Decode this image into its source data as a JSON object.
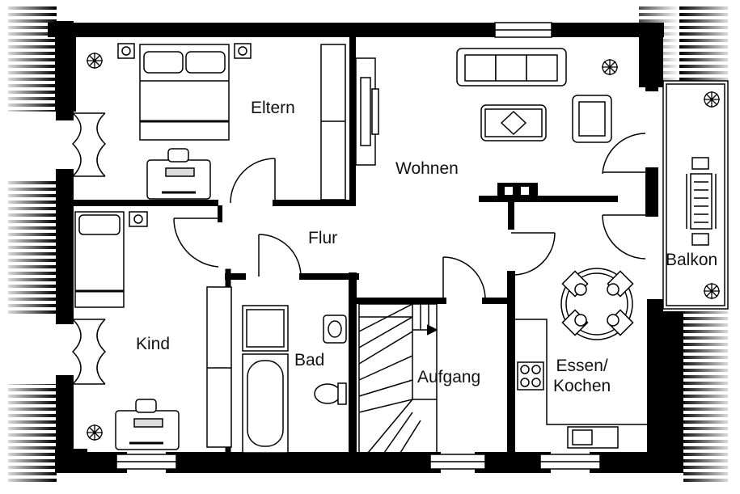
{
  "floor_plan": {
    "rooms": {
      "eltern": "Eltern",
      "wohnen": "Wohnen",
      "flur": "Flur",
      "balkon": "Balkon",
      "kind": "Kind",
      "bad": "Bad",
      "aufgang": "Aufgang",
      "essen_kochen": "Essen/\nKochen"
    },
    "colors": {
      "wall": "#000000",
      "background": "#ffffff",
      "line": "#111111"
    }
  }
}
